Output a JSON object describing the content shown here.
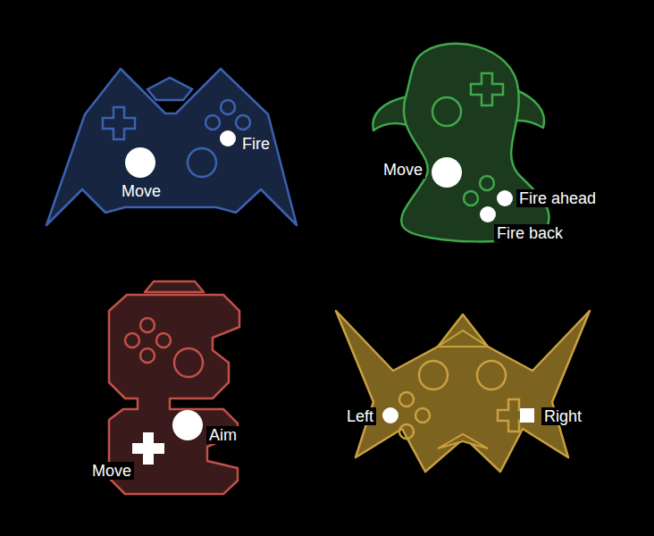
{
  "diagram": {
    "labels": [
      "Fire",
      "Move",
      "Move",
      "Fire ahead",
      "Fire back",
      "Aim",
      "Move",
      "Left",
      "Right"
    ]
  }
}
